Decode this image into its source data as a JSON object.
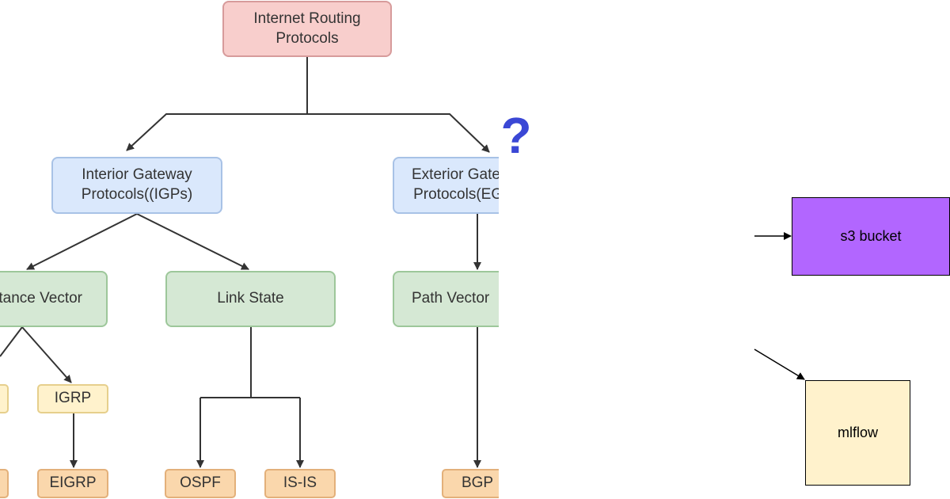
{
  "tree": {
    "root": "Internet Routing\nProtocols",
    "igp": "Interior Gateway\nProtocols((IGPs)",
    "egp": "Exterior Gateway\nProtocols(EGPs)",
    "distance_vector": "Distance Vector",
    "link_state": "Link State",
    "path_vector": "Path Vector",
    "igrp": "IGRP",
    "eigrp": "EIGRP",
    "ospf": "OSPF",
    "isis": "IS-IS",
    "bgp": "BGP"
  },
  "question_mark": "?",
  "aws": {
    "s3": "s3 bucket",
    "mlflow": "mlflow"
  },
  "colors": {
    "root_fill": "#f8cecc",
    "igp_fill": "#dae8fc",
    "category_fill": "#d5e8d4",
    "protocol_fill": "#fff2cc",
    "leaf_fill": "#fad7ac",
    "s3_fill": "#b266ff",
    "mlflow_fill": "#fff2cc",
    "question_color": "#3a47d5"
  }
}
